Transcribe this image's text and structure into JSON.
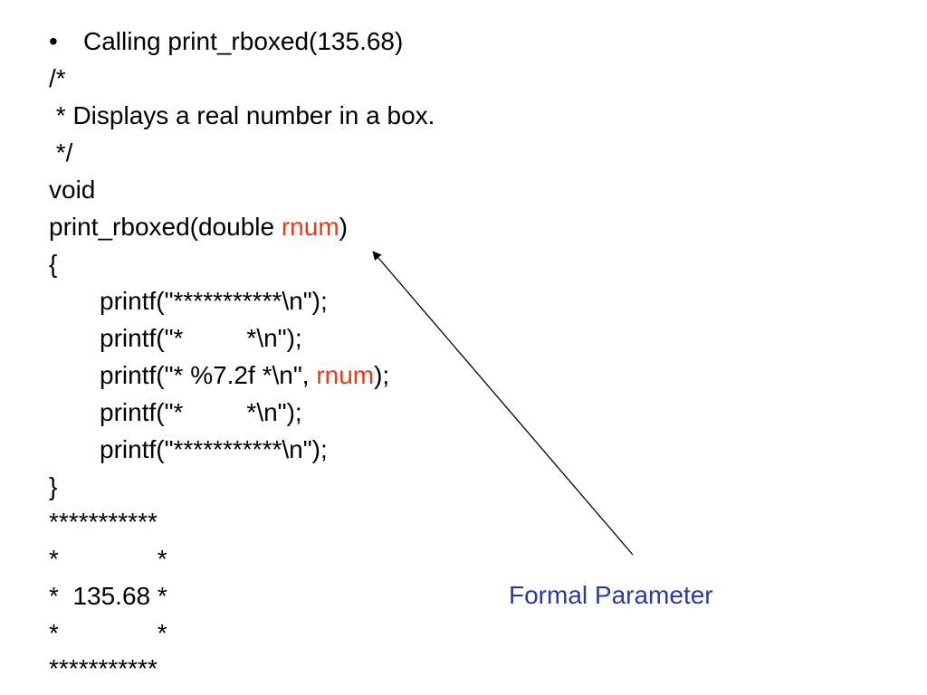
{
  "bullet": {
    "symbol": "•",
    "text": "Calling print_rboxed(135.68)"
  },
  "code": {
    "comment_open": "/*",
    "comment_body": " * Displays a real number in a box.",
    "comment_close": " */",
    "return_type": "void",
    "signature_prefix": "print_rboxed(double ",
    "param_name": "rnum",
    "signature_suffix": ")",
    "brace_open": "{",
    "stmt1": "printf(\"***********\\n\");",
    "stmt2": "printf(\"*         *\\n\");",
    "stmt3_prefix": "printf(\"* %7.2f *\\n\", ",
    "stmt3_arg": "rnum",
    "stmt3_suffix": ");",
    "stmt4": "printf(\"*         *\\n\");",
    "stmt5": "printf(\"***********\\n\");",
    "brace_close": "}"
  },
  "output": {
    "line1": "***********",
    "line2": "*              *",
    "line3": "*  135.68 *",
    "line4": "*              *",
    "line5": "***********"
  },
  "annotation": {
    "label": "Formal Parameter"
  },
  "colors": {
    "highlight": "#e8391a",
    "annotation": "#2b3a9e",
    "text": "#000000"
  }
}
